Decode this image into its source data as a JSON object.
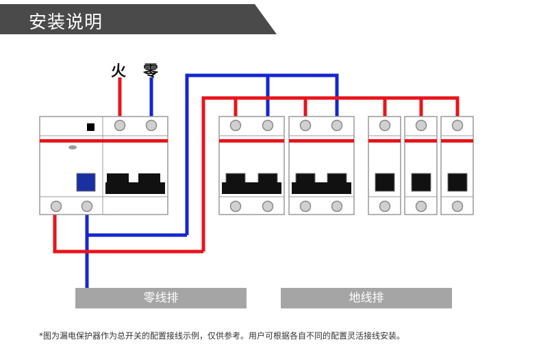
{
  "header": {
    "title": "安装说明"
  },
  "diagram": {
    "live_label": "火",
    "neutral_label": "零",
    "neutral_bar_label": "零线排",
    "ground_bar_label": "地线排",
    "colors": {
      "live": "#e8141b",
      "neutral": "#1426d2",
      "bar": "#a5a5a5",
      "header": "#4a4a4a"
    }
  },
  "footnote": "*图为漏电保护器作为总开关的配置接线示例，仅供参考。用户可根据各自不同的配置灵活接线安装。"
}
